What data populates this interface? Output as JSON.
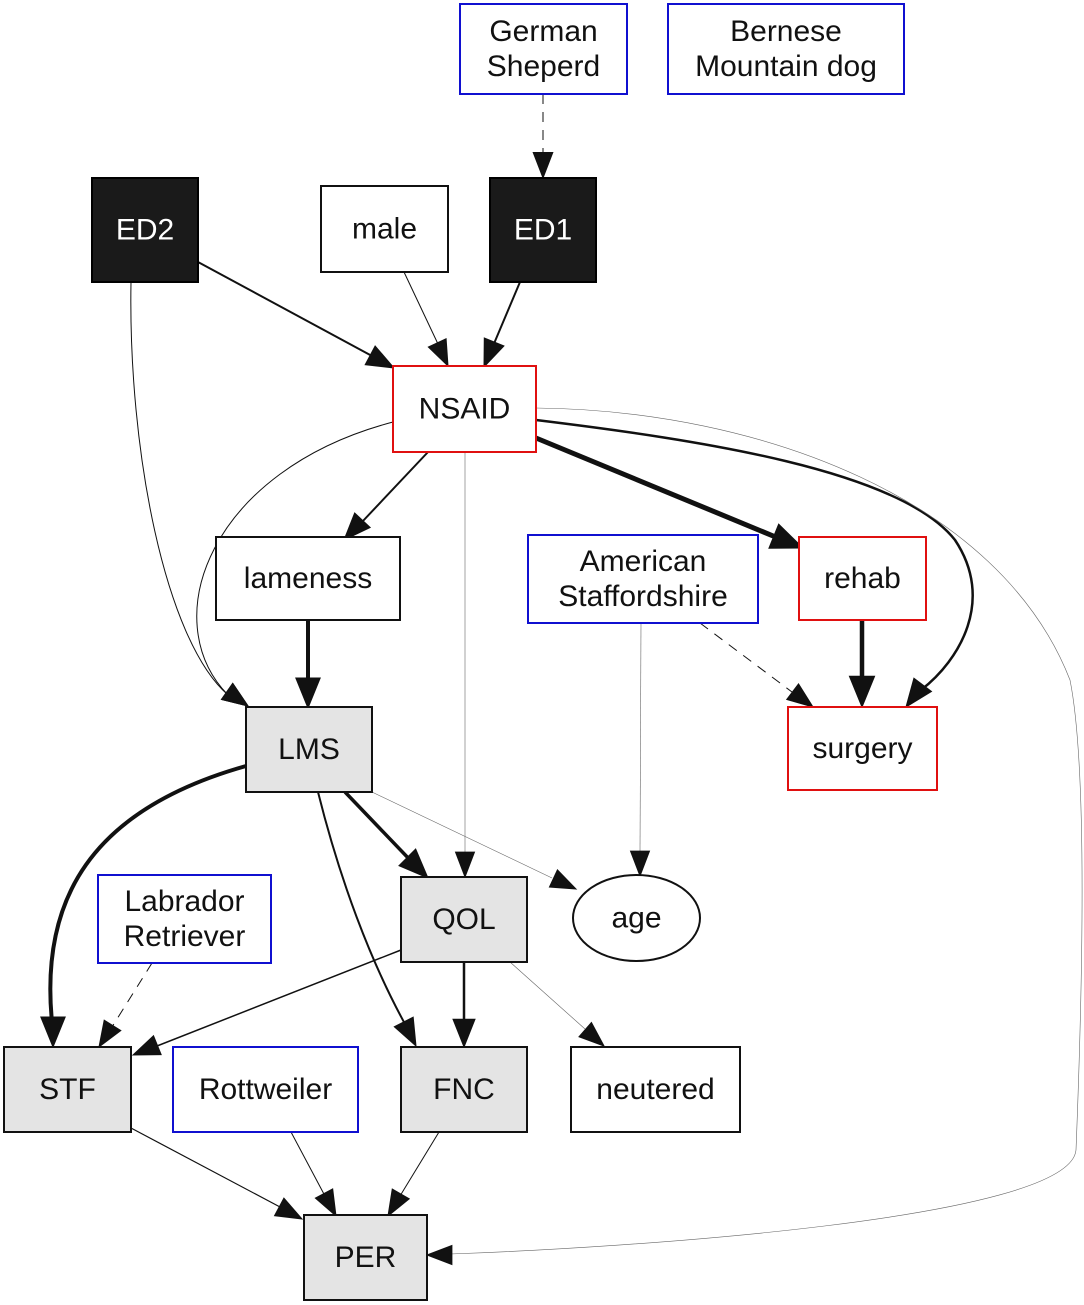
{
  "diagram": {
    "colors": {
      "breed_border": "#1010d0",
      "treatment_border": "#e01010",
      "exposure_fill": "#1a1a1a",
      "outcome_fill": "#e4e4e4",
      "default_border": "#111111"
    },
    "nodes": {
      "german_shepherd": {
        "lines": [
          "German",
          "Sheperd"
        ],
        "kind": "breed",
        "shape": "box"
      },
      "bernese": {
        "lines": [
          "Bernese",
          "Mountain dog"
        ],
        "kind": "breed",
        "shape": "box"
      },
      "ed2": {
        "lines": [
          "ED2"
        ],
        "kind": "exposure",
        "shape": "box"
      },
      "male": {
        "lines": [
          "male"
        ],
        "kind": "covariate",
        "shape": "box"
      },
      "ed1": {
        "lines": [
          "ED1"
        ],
        "kind": "exposure",
        "shape": "box"
      },
      "nsaid": {
        "lines": [
          "NSAID"
        ],
        "kind": "treatment",
        "shape": "box"
      },
      "lameness": {
        "lines": [
          "lameness"
        ],
        "kind": "covariate",
        "shape": "box"
      },
      "american_staffordshire": {
        "lines": [
          "American",
          "Staffordshire"
        ],
        "kind": "breed",
        "shape": "box"
      },
      "rehab": {
        "lines": [
          "rehab"
        ],
        "kind": "treatment",
        "shape": "box"
      },
      "lms": {
        "lines": [
          "LMS"
        ],
        "kind": "outcome",
        "shape": "box"
      },
      "surgery": {
        "lines": [
          "surgery"
        ],
        "kind": "treatment",
        "shape": "box"
      },
      "labrador": {
        "lines": [
          "Labrador",
          "Retriever"
        ],
        "kind": "breed",
        "shape": "box"
      },
      "qol": {
        "lines": [
          "QOL"
        ],
        "kind": "outcome",
        "shape": "box"
      },
      "age": {
        "lines": [
          "age"
        ],
        "kind": "covariate",
        "shape": "ellipse"
      },
      "stf": {
        "lines": [
          "STF"
        ],
        "kind": "outcome",
        "shape": "box"
      },
      "rottweiler": {
        "lines": [
          "Rottweiler"
        ],
        "kind": "breed",
        "shape": "box"
      },
      "fnc": {
        "lines": [
          "FNC"
        ],
        "kind": "outcome",
        "shape": "box"
      },
      "neutered": {
        "lines": [
          "neutered"
        ],
        "kind": "covariate",
        "shape": "box"
      },
      "per": {
        "lines": [
          "PER"
        ],
        "kind": "outcome",
        "shape": "box"
      }
    },
    "edges": [
      {
        "from": "german_shepherd",
        "to": "ed1",
        "style": "dashed",
        "weight": 1
      },
      {
        "from": "ed2",
        "to": "nsaid",
        "style": "solid",
        "weight": 2
      },
      {
        "from": "male",
        "to": "nsaid",
        "style": "solid",
        "weight": 1
      },
      {
        "from": "ed1",
        "to": "nsaid",
        "style": "solid",
        "weight": 2
      },
      {
        "from": "ed2",
        "to": "lms",
        "style": "solid",
        "weight": 1
      },
      {
        "from": "nsaid",
        "to": "lms",
        "style": "solid",
        "weight": 1
      },
      {
        "from": "nsaid",
        "to": "lameness",
        "style": "solid",
        "weight": 2
      },
      {
        "from": "nsaid",
        "to": "qol",
        "style": "solid",
        "weight": 0.6
      },
      {
        "from": "nsaid",
        "to": "rehab",
        "style": "solid",
        "weight": 5
      },
      {
        "from": "nsaid",
        "to": "surgery",
        "style": "solid",
        "weight": 2.5
      },
      {
        "from": "nsaid",
        "to": "per",
        "style": "solid",
        "weight": 0.6
      },
      {
        "from": "lameness",
        "to": "lms",
        "style": "solid",
        "weight": 4
      },
      {
        "from": "american_staffordshire",
        "to": "surgery",
        "style": "dashed",
        "weight": 1
      },
      {
        "from": "american_staffordshire",
        "to": "age",
        "style": "solid",
        "weight": 0.6
      },
      {
        "from": "rehab",
        "to": "surgery",
        "style": "solid",
        "weight": 4.5
      },
      {
        "from": "lms",
        "to": "stf",
        "style": "solid",
        "weight": 4
      },
      {
        "from": "lms",
        "to": "qol",
        "style": "solid",
        "weight": 3.5
      },
      {
        "from": "lms",
        "to": "fnc",
        "style": "solid",
        "weight": 2
      },
      {
        "from": "lms",
        "to": "age",
        "style": "solid",
        "weight": 0.6
      },
      {
        "from": "labrador",
        "to": "stf",
        "style": "dashed",
        "weight": 1
      },
      {
        "from": "qol",
        "to": "stf",
        "style": "solid",
        "weight": 1.5
      },
      {
        "from": "qol",
        "to": "fnc",
        "style": "solid",
        "weight": 2.5
      },
      {
        "from": "qol",
        "to": "neutered",
        "style": "solid",
        "weight": 0.6
      },
      {
        "from": "stf",
        "to": "per",
        "style": "solid",
        "weight": 1.2
      },
      {
        "from": "rottweiler",
        "to": "per",
        "style": "solid",
        "weight": 1
      },
      {
        "from": "fnc",
        "to": "per",
        "style": "solid",
        "weight": 1
      }
    ]
  }
}
